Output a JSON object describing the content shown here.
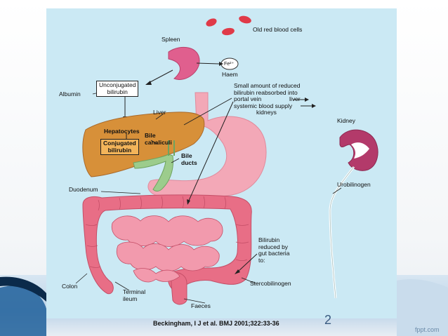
{
  "labels": {
    "old_rbc": "Old red blood cells",
    "spleen": "Spleen",
    "fe": "Fe²⁺",
    "haem": "Haem",
    "unconjugated": "Unconjugated\nbilirubin",
    "albumin": "Albumin",
    "reabsorbed": "Small amount of reduced\nbilirubin reabsorbed into\nportal vein",
    "liver_arrow": "liver",
    "systemic": "systemic blood supply",
    "kidneys": "kidneys",
    "liver": "Liver",
    "hepatocytes": "Hepatocytes",
    "bile_canaliculi": "Bile\ncanaliculi",
    "conjugated": "Conjugated\nbilirubin",
    "bile_ducts": "Bile\nducts",
    "kidney": "Kidney",
    "urobilinogen": "Urobilinogen",
    "duodenum": "Duodenum",
    "bilirubin_reduced": "Bilirubin\nreduced by\ngut bacteria\nto:",
    "stercobilinogen": "Stercobilinogen",
    "colon": "Colon",
    "terminal_ileum": "Terminal\nileum",
    "faeces": "Faeces"
  },
  "footer": {
    "citation": "Beckingham, I J et al. BMJ 2001;322:33-36",
    "page_number": "2",
    "brand": "fppt.com"
  },
  "colors": {
    "panel": "#cbe9f4",
    "spleen": "#e05f8e",
    "rbc": "#e03a48",
    "liver": "#d79039",
    "bile": "#9ccc8c",
    "stomach": "#f3a8b7",
    "intestine": "#e86e86",
    "kidney": "#b33a6a"
  }
}
